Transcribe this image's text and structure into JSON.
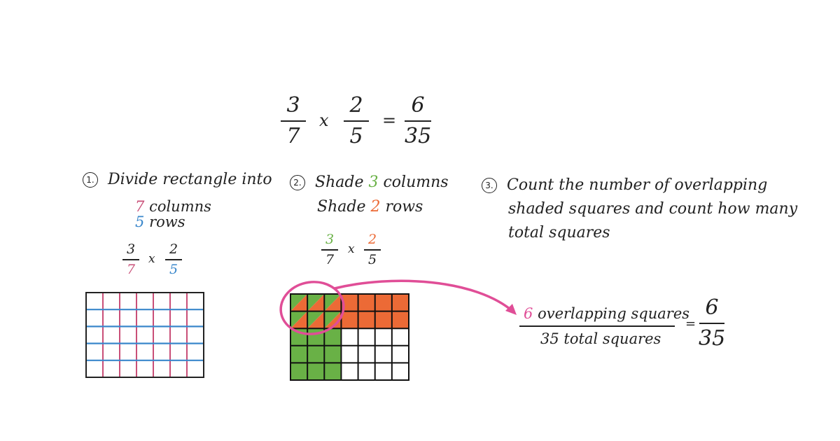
{
  "colors": {
    "ink": "#222222",
    "pink": "#C94F78",
    "blue": "#3A87CB",
    "green": "#69B146",
    "orange": "#EC6A36",
    "magenta": "#E04E97"
  },
  "equation": {
    "left": {
      "numerator": "3",
      "denominator": "7"
    },
    "operator": "x",
    "right": {
      "numerator": "2",
      "denominator": "5"
    },
    "equals": "=",
    "result": {
      "numerator": "6",
      "denominator": "35"
    }
  },
  "step1": {
    "number": "1.",
    "heading": "Divide rectangle into",
    "columns_value": "7",
    "columns_label": "columns",
    "rows_value": "5",
    "rows_label": "rows",
    "fraction": {
      "left": {
        "numerator": "3",
        "denominator": "7"
      },
      "operator": "x",
      "right": {
        "numerator": "2",
        "denominator": "5"
      }
    },
    "grid": {
      "columns": 7,
      "rows": 5
    }
  },
  "step2": {
    "number": "2.",
    "line1_prefix": "Shade",
    "line1_value": "3",
    "line1_suffix": "columns",
    "line2_prefix": "Shade",
    "line2_value": "2",
    "line2_suffix": "rows",
    "fraction": {
      "left": {
        "numerator": "3",
        "denominator": "7"
      },
      "operator": "x",
      "right": {
        "numerator": "2",
        "denominator": "5"
      }
    },
    "grid": {
      "columns": 7,
      "rows": 5,
      "shaded_columns": 3,
      "shaded_rows": 2
    }
  },
  "step3": {
    "number": "3.",
    "lines": [
      "Count the number of overlapping",
      "shaded squares and count how many",
      "total squares"
    ],
    "result": {
      "overlap_value": "6",
      "overlap_label": "overlapping squares",
      "total_label": "35 total squares",
      "equals": "=",
      "fraction": {
        "numerator": "6",
        "denominator": "35"
      }
    }
  }
}
